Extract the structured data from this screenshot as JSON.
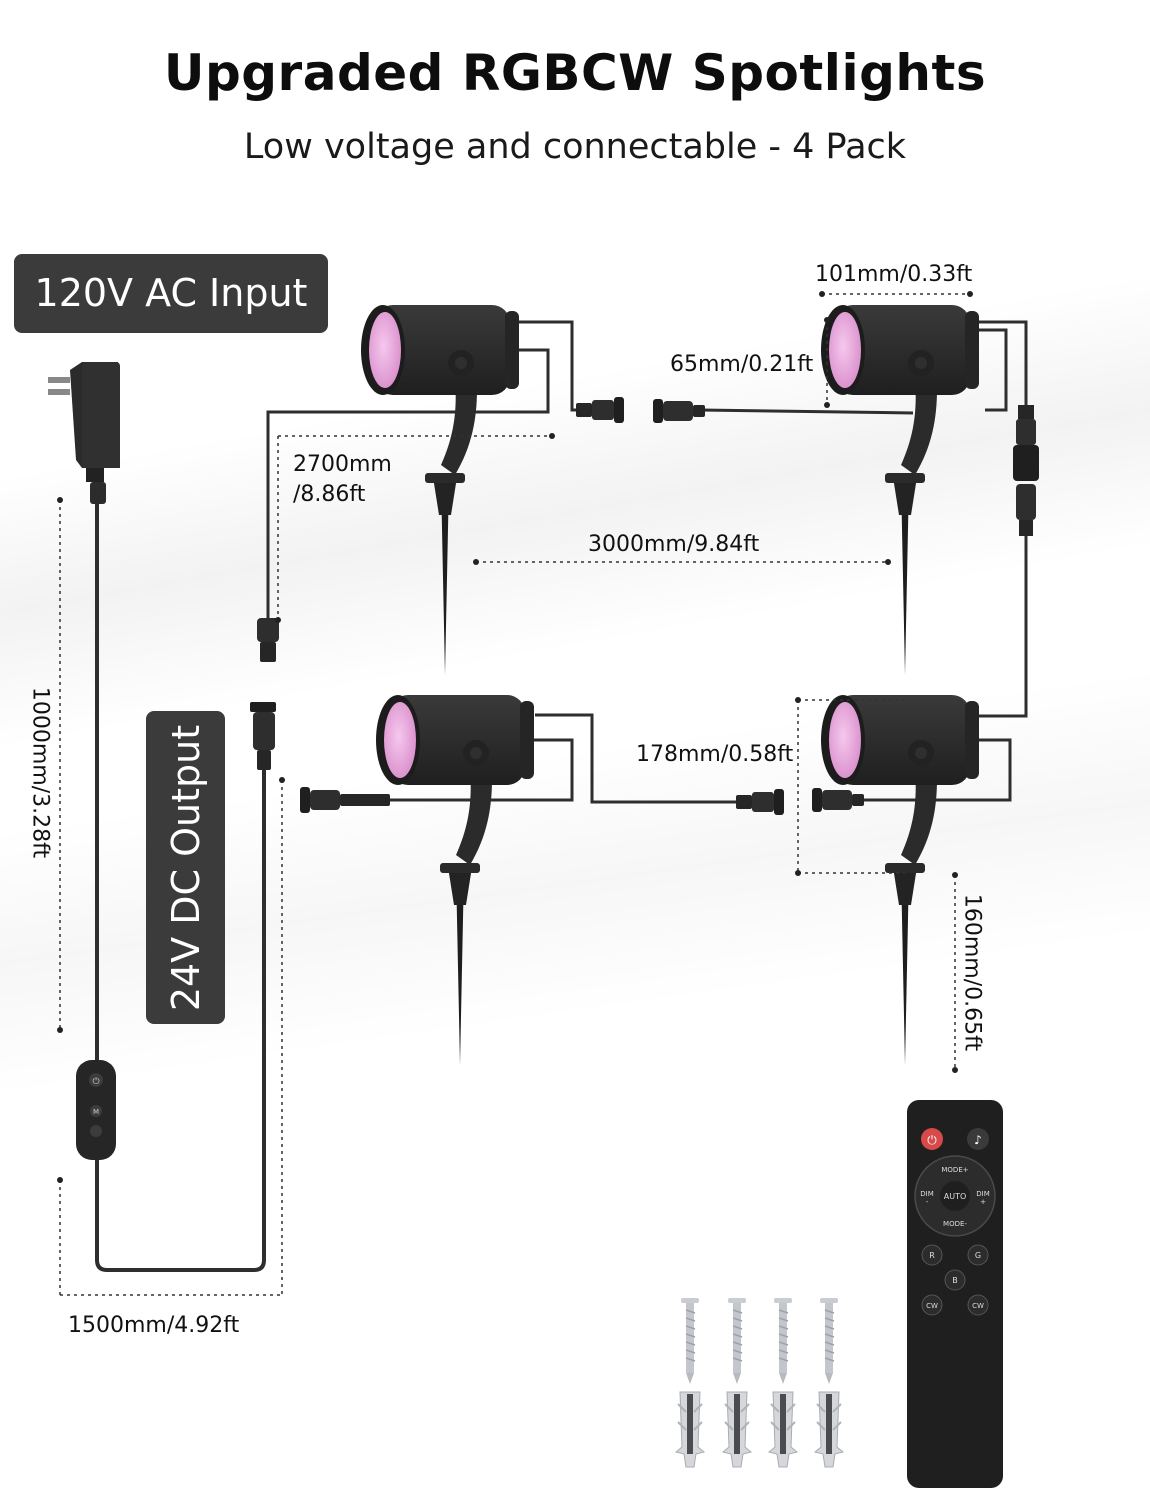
{
  "header": {
    "title": "Upgraded RGBCW Spotlights",
    "subtitle": "Low voltage and connectable - 4 Pack"
  },
  "labels": {
    "ac_input": "120V AC Input",
    "dc_output": "24V DC Output"
  },
  "dimensions": {
    "head_width": "101mm/0.33ft",
    "head_diameter": "65mm/0.21ft",
    "lead_cable_line1": "2700mm",
    "lead_cable_line2": "/8.86ft",
    "spacing_cable": "3000mm/9.84ft",
    "head_height": "178mm/0.58ft",
    "stake_length": "160mm/0.65ft",
    "adapter_cable": "1000mm/3.28ft",
    "output_cable": "1500mm/4.92ft"
  },
  "remote": {
    "top_right_symbol": "♪",
    "mode_up": "MODE+",
    "mode_down": "MODE-",
    "auto": "AUTO",
    "dim_left": "DIM",
    "dim_left_sign": "-",
    "dim_right": "DIM",
    "dim_right_sign": "+",
    "btn_r": "R",
    "btn_g": "G",
    "btn_b": "B",
    "btn_cw_left": "CW",
    "btn_cw_right": "CW"
  },
  "inline_controller": {
    "btn_mode": "M"
  },
  "colors": {
    "body": "#2b2b2c",
    "lens": "#e9a6dc",
    "cable": "#2e2e2e",
    "tag_bg": "#3b3b3c",
    "power_red": "#d84a4a"
  }
}
